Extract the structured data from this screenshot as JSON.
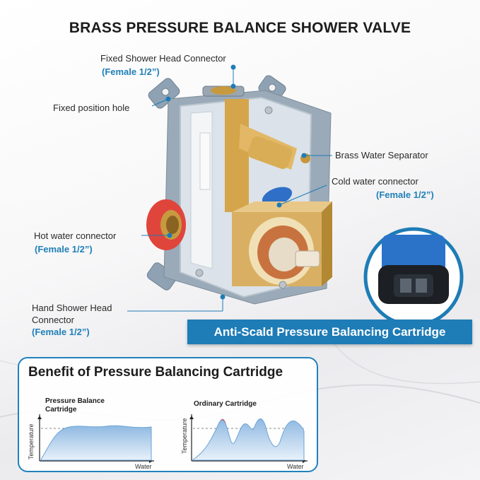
{
  "title": "BRASS PRESSURE BALANCE SHOWER VALVE",
  "labels": {
    "fixed_head": "Fixed Shower Head Connector",
    "fixed_head_size": "(Female 1/2”)",
    "fixed_hole": "Fixed position hole",
    "separator": "Brass Water Separator",
    "cold": "Cold water connector",
    "cold_size": "(Female 1/2”)",
    "hot": "Hot water connector",
    "hot_size": "(Female 1/2”)",
    "hand_line1": "Hand Shower Head",
    "hand_line2": "Connector",
    "hand_size": "(Female 1/2”)"
  },
  "banner": "Anti-Scald Pressure Balancing Cartridge",
  "benefit": {
    "title": "Benefit of Pressure Balancing Cartridge",
    "left_caption_1": "Pressure Balance",
    "left_caption_2": "Cartridge",
    "right_caption": "Ordinary Cartridge",
    "y_axis": "Temperature",
    "x_axis": "Water"
  },
  "colors": {
    "accent": "#1e7cb6",
    "brass": "#d4a54a",
    "hot_red": "#e0453c",
    "curve_fill": "#9fc3e6",
    "spike_red": "#e0505a"
  }
}
